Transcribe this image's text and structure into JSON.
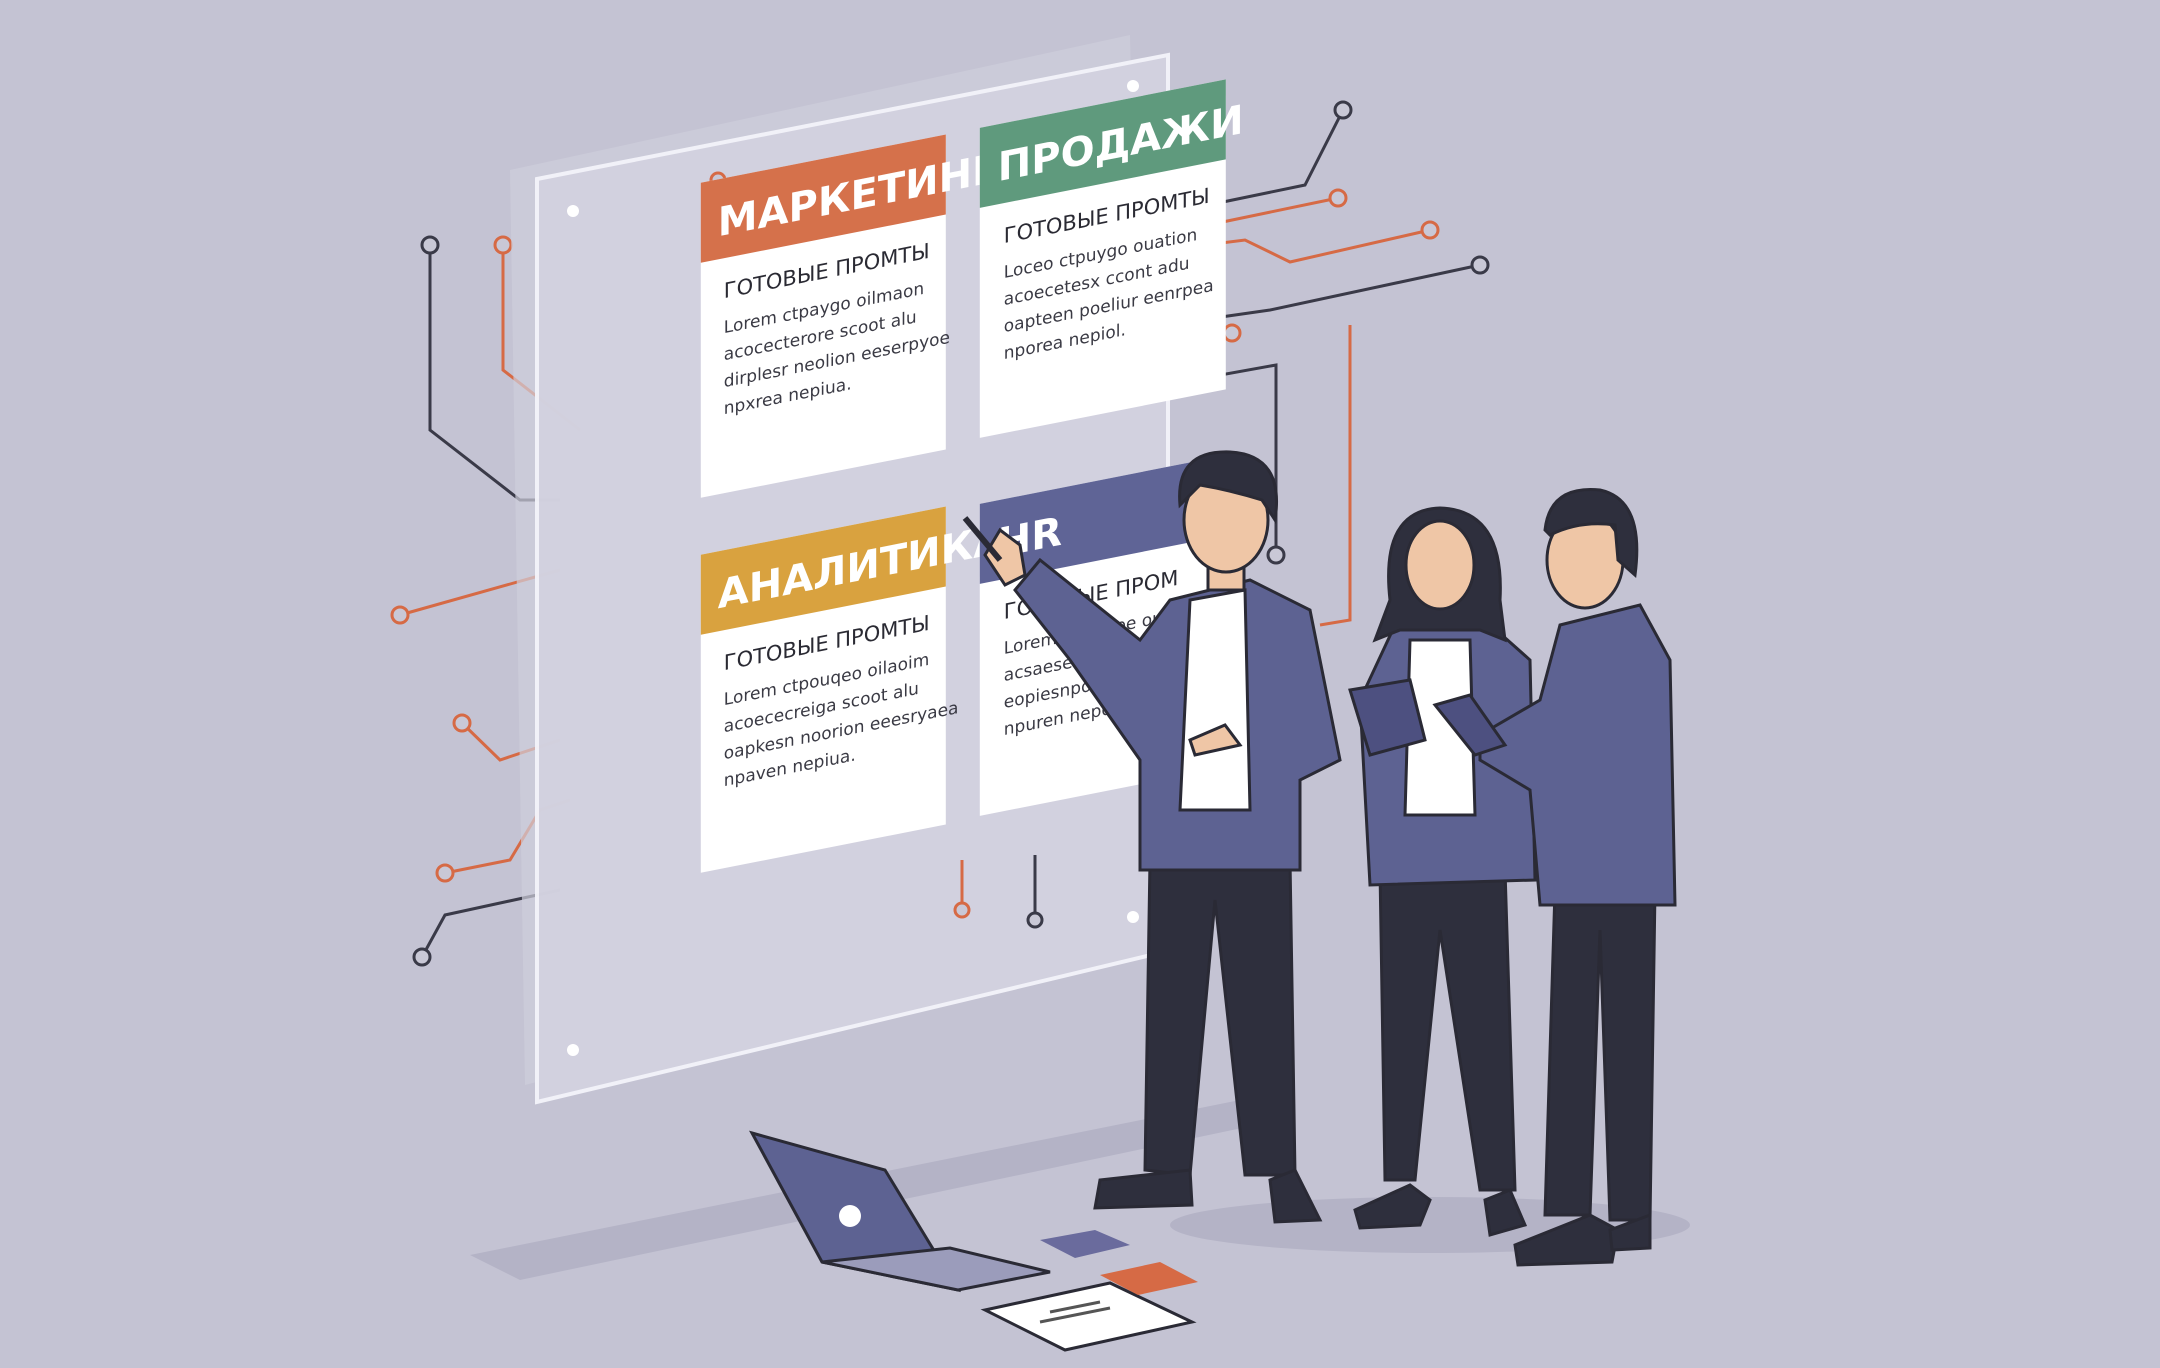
{
  "board": {
    "cards": [
      {
        "title": "МАРКЕТИНГ",
        "subtitle": "ГОТОВЫЕ ПРОМТЫ",
        "lines": [
          "Lorem ctpaygo oilmaon",
          "acocecterore scoot alu",
          "dirplesr neolion eeserpyoe",
          "npxrea nepiua."
        ],
        "color": "#d5714b"
      },
      {
        "title": "ПРОДАЖИ",
        "subtitle": "ГОТОВЫЕ ПРОМТЫ",
        "lines": [
          "Loceo ctpuygo ouation",
          "acoecetesx ccont adu",
          "oapteen poeliur eenrpea",
          "nporea nepiol."
        ],
        "color": "#5f9a7d"
      },
      {
        "title": "АНАЛИТИКА",
        "subtitle": "ГОТОВЫЕ ПРОМТЫ",
        "lines": [
          "Lorem ctpouqeo oilaoim",
          "acoececreiga scoot alu",
          "oapkesn noorion eeesryaea",
          "npaven nepiua."
        ],
        "color": "#d9a23f"
      },
      {
        "title": "HR",
        "subtitle": "ГОТОВЫЕ ПРОМ",
        "lines": [
          "Lorem ctpiquee ouieoin",
          "acsaesetewa cconn alul",
          "eopiesnpoerloa eesonpaea",
          "npuren nepdal."
        ],
        "color": "#5f6496"
      }
    ]
  },
  "colors": {
    "background": "#c4c3d3",
    "suit": "#5d6292",
    "pants": "#2e2f3d",
    "accent_line": "#d66a45"
  }
}
